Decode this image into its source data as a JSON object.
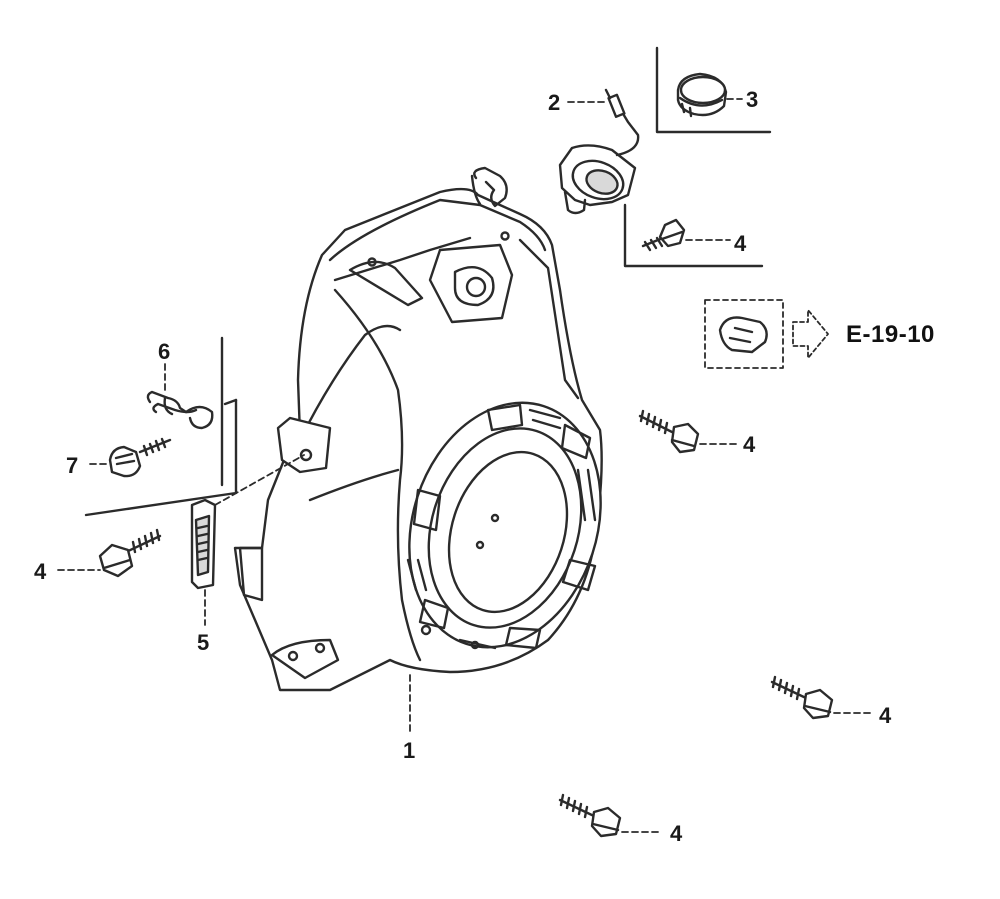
{
  "callouts": {
    "c1": "1",
    "c2": "2",
    "c3": "3",
    "c4a": "4",
    "c4b": "4",
    "c4c": "4",
    "c4d": "4",
    "c4e": "4",
    "c5": "5",
    "c6": "6",
    "c7": "7"
  },
  "reference": {
    "label": "E-19-10"
  },
  "colors": {
    "line": "#2b2b2b",
    "fill": "#ffffff",
    "shade": "#d9d9d9"
  }
}
